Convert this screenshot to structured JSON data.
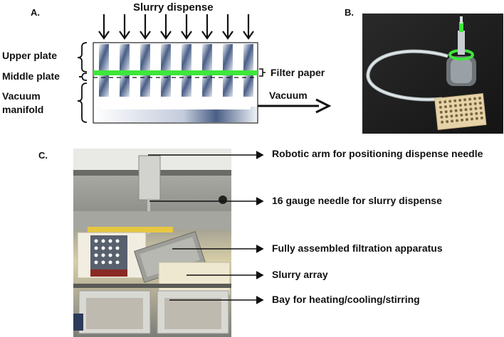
{
  "panel_a": {
    "letter": "A.",
    "title": "Slurry dispense",
    "labels": {
      "upper_plate": "Upper plate",
      "middle_plate": "Middle plate",
      "vacuum_manifold_line1": "Vacuum",
      "vacuum_manifold_line2": "manifold",
      "filter_paper": "Filter paper",
      "vacuum_arrow": "Vacuum"
    },
    "colors": {
      "filter": "#3ee63a",
      "column_dark": "#4a5f86",
      "column_light": "#eef1f7"
    }
  },
  "panel_b": {
    "letter": "B."
  },
  "panel_c": {
    "letter": "C.",
    "annotations": [
      "Robotic arm for positioning dispense needle",
      "16 gauge needle for slurry dispense",
      "Fully assembled filtration apparatus",
      "Slurry array",
      "Bay for heating/cooling/stirring"
    ]
  }
}
